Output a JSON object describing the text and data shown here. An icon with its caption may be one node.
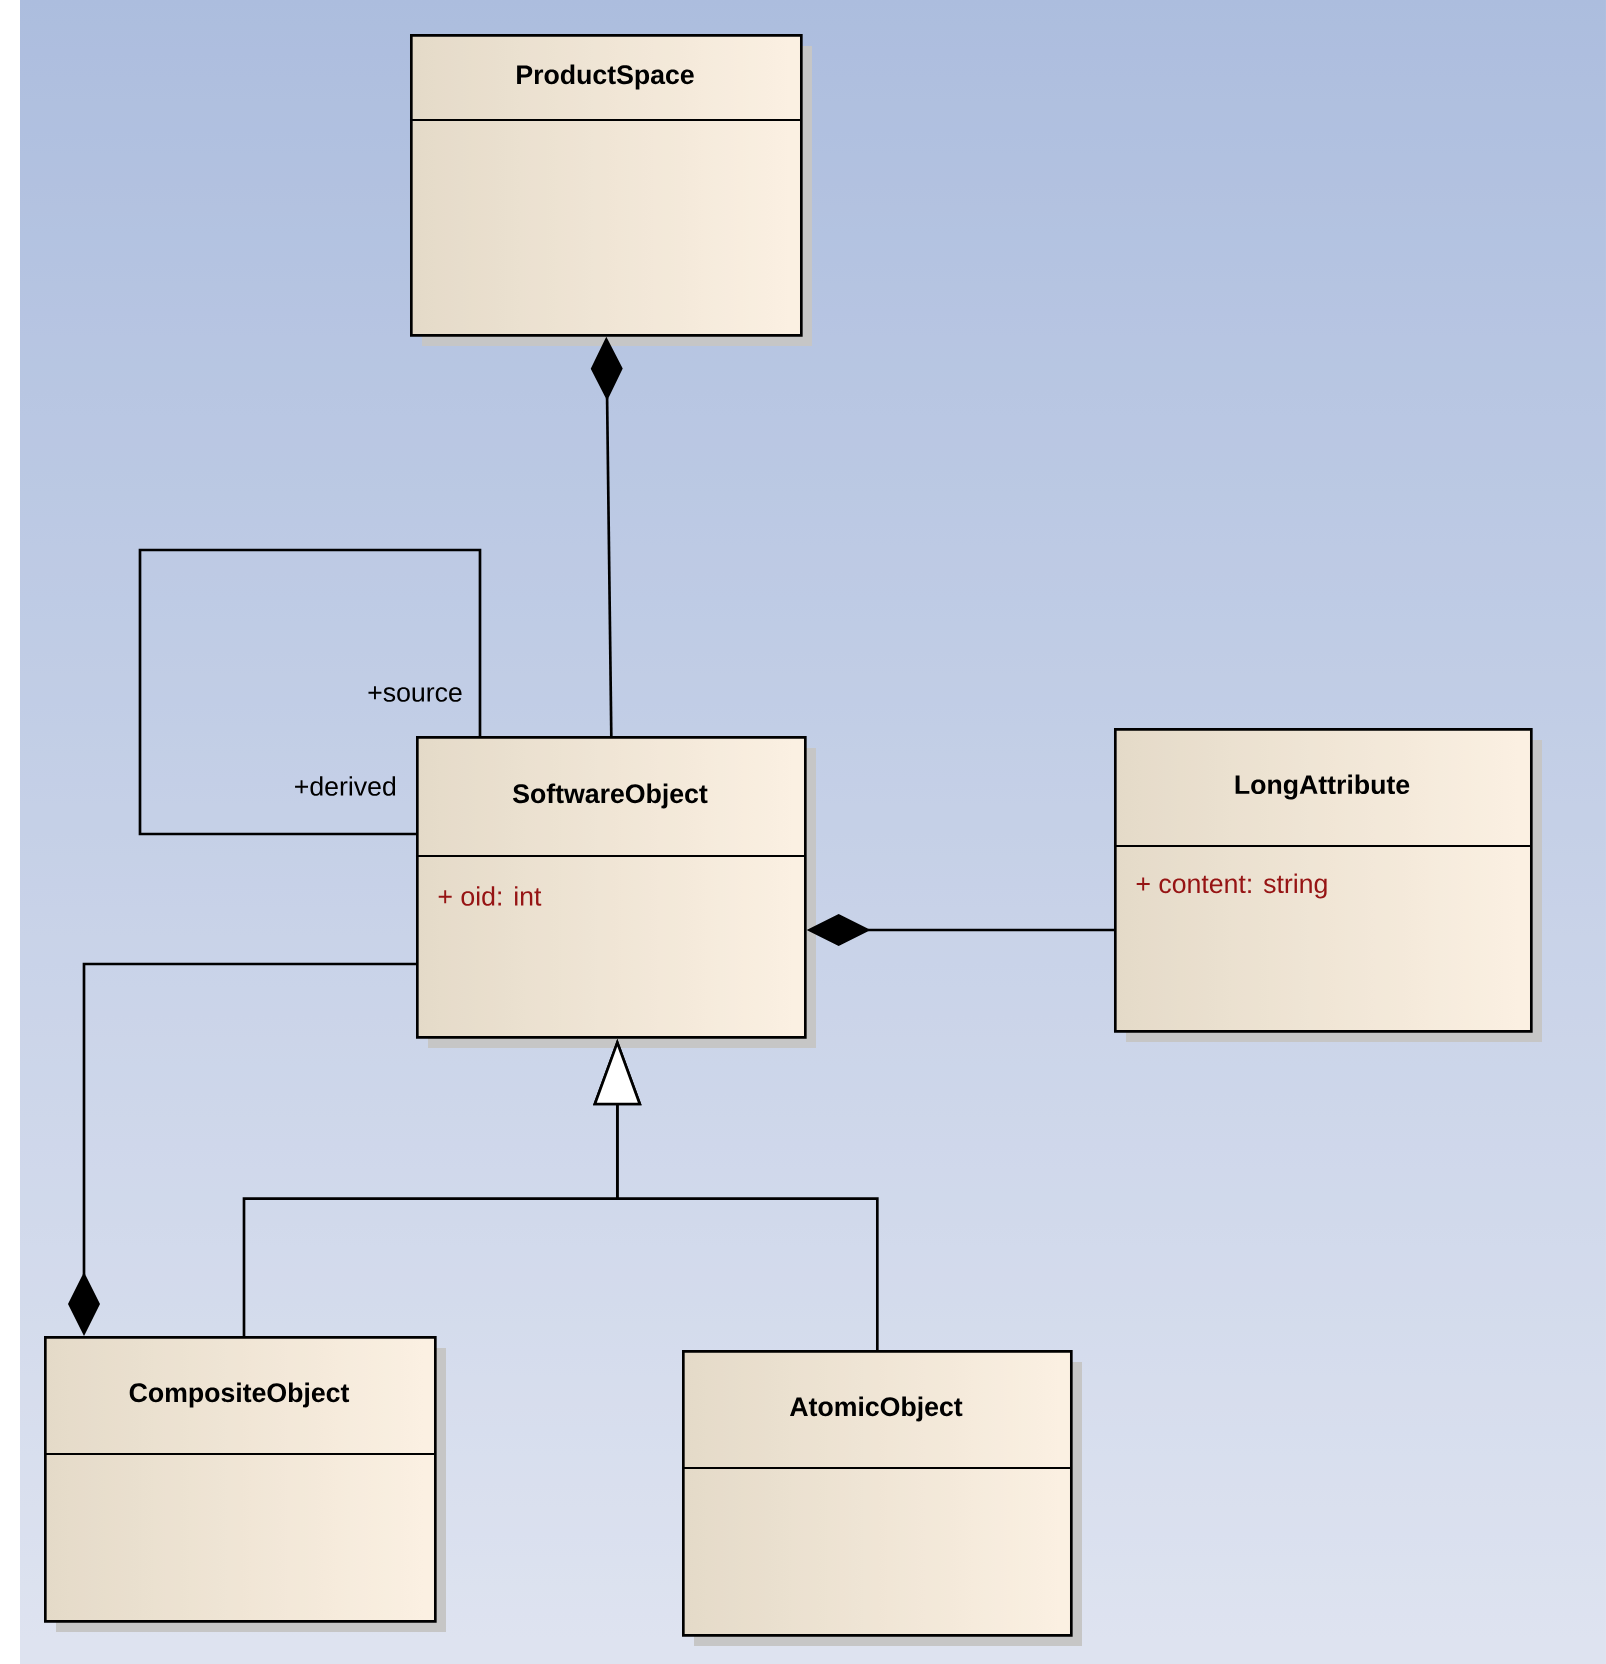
{
  "diagram": {
    "nodes": [
      {
        "text": [
          "ProductSpace"
        ]
      },
      {
        "text": [
          "SoftwareObject",
          "+ oid: int"
        ]
      },
      {
        "text": [
          "LongAttribute",
          "+ content: string"
        ]
      },
      {
        "text": [
          "CompositeObject"
        ]
      },
      {
        "text": [
          "AtomicObject"
        ]
      }
    ],
    "edges": [
      {
        "from": 1,
        "to": 0,
        "arrow": "other"
      },
      {
        "from": 1,
        "to": 1,
        "arrow": "none"
      },
      {
        "from": 2,
        "to": 1,
        "arrow": "other"
      },
      {
        "from": 1,
        "to": 3,
        "arrow": "other"
      },
      {
        "from": 3,
        "to": 1,
        "arrow": "to"
      },
      {
        "from": 4,
        "to": 1,
        "arrow": "to"
      }
    ],
    "labels": [
      "+source",
      "+derived"
    ]
  }
}
